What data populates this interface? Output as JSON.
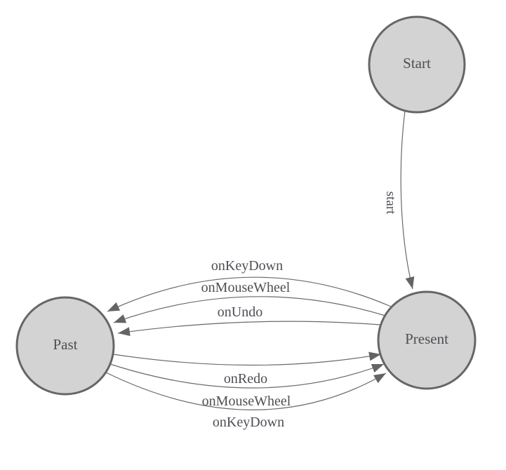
{
  "diagram": {
    "type": "state-machine",
    "background": "#ffffff",
    "colors": {
      "node_fill": "#d3d3d3",
      "node_stroke": "#666666",
      "edge_stroke": "#6a6a6a",
      "arrowhead": "#646464",
      "text": "#4d4f54"
    },
    "nodes": [
      {
        "id": "start",
        "label": "Start"
      },
      {
        "id": "present",
        "label": "Present"
      },
      {
        "id": "past",
        "label": "Past"
      }
    ],
    "edges": [
      {
        "from": "Start",
        "to": "Present",
        "label": "start"
      },
      {
        "from": "Present",
        "to": "Past",
        "label": "onKeyDown"
      },
      {
        "from": "Present",
        "to": "Past",
        "label": "onMouseWheel"
      },
      {
        "from": "Present",
        "to": "Past",
        "label": "onUndo"
      },
      {
        "from": "Past",
        "to": "Present",
        "label": "onRedo"
      },
      {
        "from": "Past",
        "to": "Present",
        "label": "onMouseWheel"
      },
      {
        "from": "Past",
        "to": "Present",
        "label": "onKeyDown"
      }
    ]
  }
}
